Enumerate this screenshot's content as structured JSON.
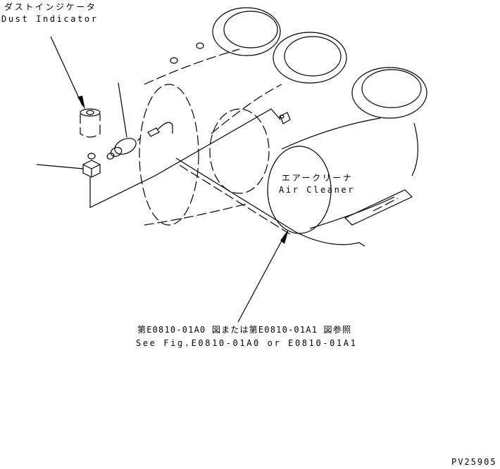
{
  "labels": {
    "dust_indicator_jp": "ダストインジケータ",
    "dust_indicator_en": "Dust Indicator",
    "air_cleaner_jp": "エアークリーナ",
    "air_cleaner_en": "Air Cleaner",
    "reference_jp": "第E0810-01A0 図または第E0810-01A1 図参照",
    "reference_en": "See Fig.E0810-01A0 or E0810-01A1",
    "drawing_id": "PV25905"
  },
  "colors": {
    "line": "#000000",
    "background": "#ffffff"
  }
}
